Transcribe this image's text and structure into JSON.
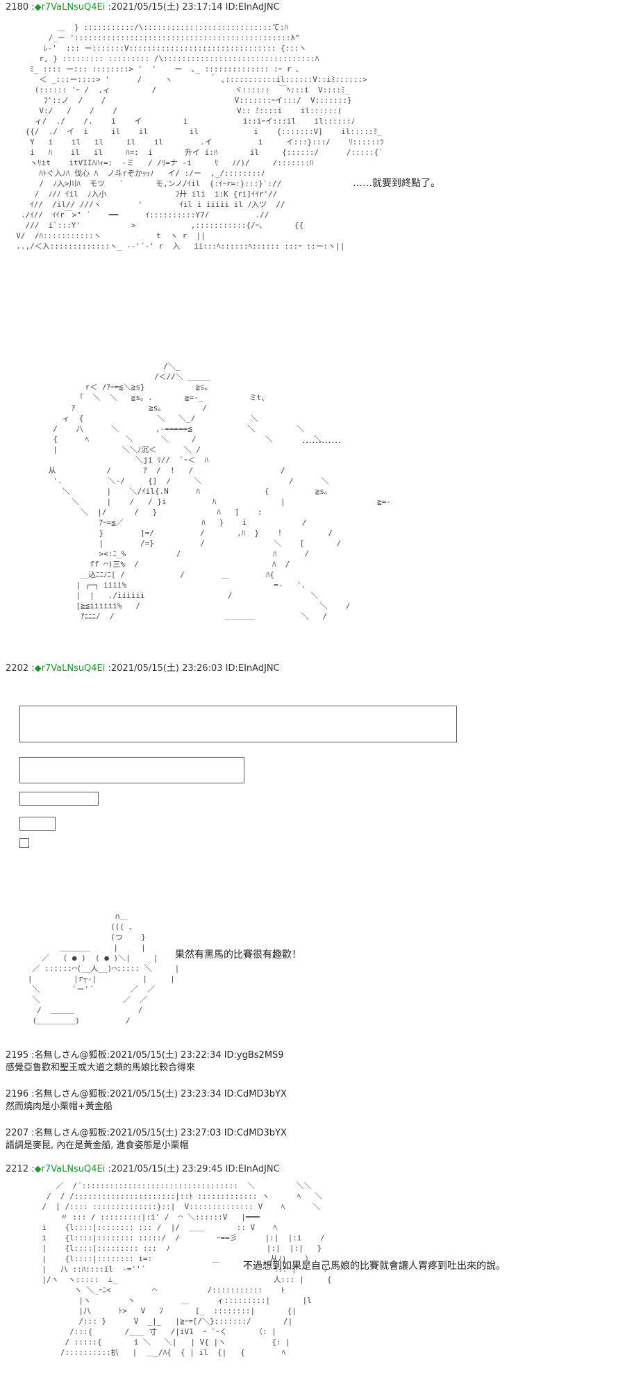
{
  "posts": [
    {
      "number": "2180",
      "name": "r7VaLNsuQ4Ei",
      "timestamp": "2021/05/15(土) 23:17:14",
      "id": "ID:EInAdJNC",
      "diamond": "◆"
    },
    {
      "number": "2202",
      "name": "r7VaLNsuQ4Ei",
      "timestamp": "2021/05/15(土) 23:26:03",
      "id": "ID:EInAdJNC",
      "diamond": "◆"
    },
    {
      "number": "2212",
      "name": "r7VaLNsuQ4Ei",
      "timestamp": "2021/05/15(土) 23:29:45",
      "id": "ID:EInAdJNC",
      "diamond": "◆"
    }
  ],
  "speech": {
    "s1": "……就要到終點了。",
    "s2": "…………",
    "s3": "果然有黑馬的比賽很有趣歡！",
    "s4": "不過想到如果是自己馬娘的比賽就會讓人胃疼到吐出來的說。"
  },
  "replies": [
    {
      "header": "2195 :名無しさん@狐板:2021/05/15(土) 23:22:34 ID:ygBs2MS9",
      "body": "感覺亞鲁歡和聖王或大道之類的馬娘比較合得來"
    },
    {
      "header": "2196 :名無しさん@狐板:2021/05/15(土) 23:23:34 ID:CdMD3bYX",
      "body": "然而燒肉是小栗帽+黃金船"
    },
    {
      "header": "2207 :名無しさん@狐板:2021/05/15(土) 23:27:03 ID:CdMD3bYX",
      "body": "語調是麥昆, 內在是黃金船, 進食姿態是小栗帽"
    }
  ]
}
